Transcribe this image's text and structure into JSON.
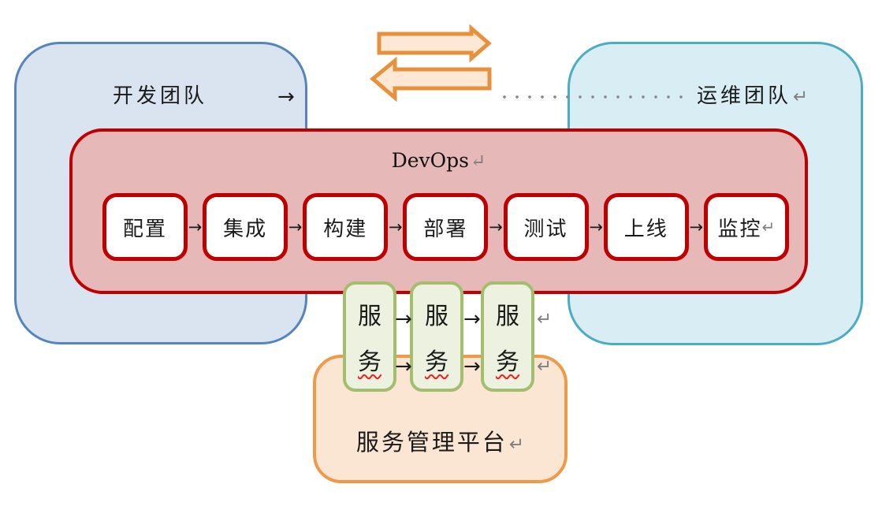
{
  "dev_team": {
    "label": "开发团队",
    "tab_mark": "→"
  },
  "ops_team": {
    "label": "运维团队",
    "return_mark": "↵"
  },
  "devops": {
    "title": "DevOps",
    "return_mark": "↵",
    "step_arrow": "→",
    "steps": [
      "配置",
      "集成",
      "构建",
      "部署",
      "测试",
      "上线",
      "监控"
    ],
    "last_step_return_mark": "↵"
  },
  "services": {
    "boxes": [
      {
        "line1": "服",
        "line2": "务"
      },
      {
        "line1": "服",
        "line2": "务"
      },
      {
        "line1": "服",
        "line2": "务"
      }
    ],
    "arrow": "→",
    "return_mark": "↵"
  },
  "platform": {
    "label": "服务管理平台",
    "return_mark": "↵"
  },
  "icons": {
    "forward_exchange": "block-arrow-right",
    "backward_exchange": "block-arrow-left",
    "dot_leader": "dotted-tab-leader"
  },
  "colors": {
    "dev_team_fill": "#dae4f0",
    "dev_team_border": "#5585bc",
    "ops_team_fill": "#d9eef4",
    "ops_team_border": "#4bacc6",
    "devops_fill": "#e6b9b8",
    "devops_border": "#c00000",
    "step_fill": "#ffffff",
    "step_border": "#c00000",
    "service_fill": "#edf2e0",
    "service_border": "#a3bf6d",
    "platform_fill": "#fbe5d3",
    "platform_border": "#ee9a49",
    "exchange_fill": "#fce8d5",
    "exchange_border": "#e8913c",
    "formatting_mark_gray": "#808080",
    "spellcheck_red": "#ff1a1a"
  }
}
